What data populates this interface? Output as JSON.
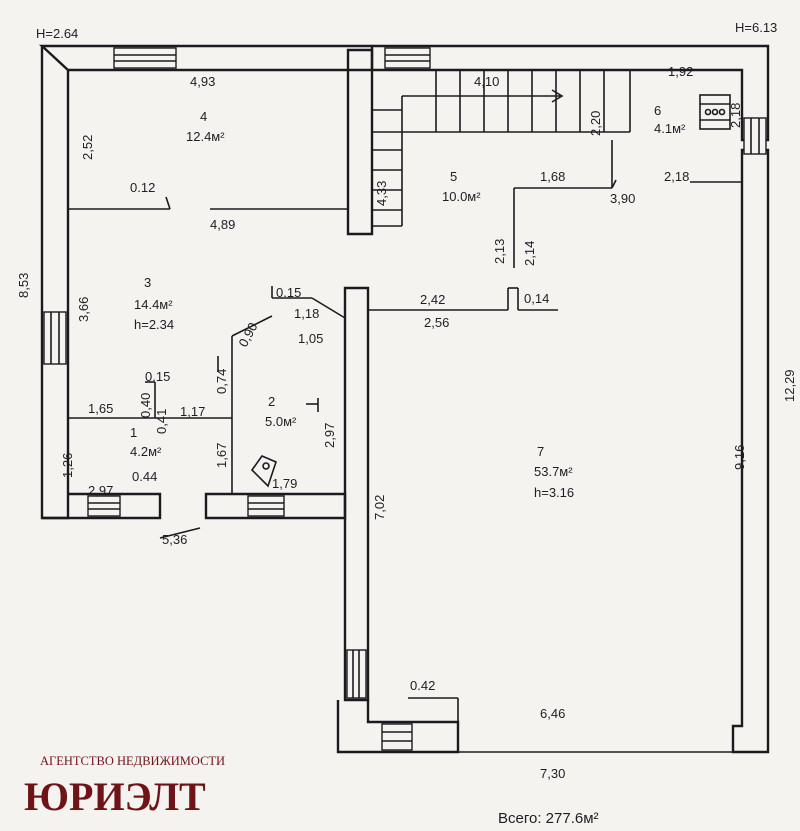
{
  "heights": {
    "left": "H=2.64",
    "right": "H=6.13"
  },
  "rooms": [
    {
      "num": "1",
      "area": "4.2м²"
    },
    {
      "num": "2",
      "area": "5.0м²"
    },
    {
      "num": "3",
      "area": "14.4м²",
      "height": "h=2.34"
    },
    {
      "num": "4",
      "area": "12.4м²"
    },
    {
      "num": "5",
      "area": "10.0м²"
    },
    {
      "num": "6",
      "area": "4.1м²"
    },
    {
      "num": "7",
      "area": "53.7м²",
      "height": "h=3.16"
    }
  ],
  "dimensions": {
    "top_4_93": "4,93",
    "top_4_10": "4,10",
    "top_1_92": "1,92",
    "d_2_52": "2,52",
    "d_0_12": "0.12",
    "d_4_89": "4,89",
    "d_2_20": "2,20",
    "d_2_18_v": "2,18",
    "d_4_33": "4,33",
    "d_1_68": "1,68",
    "d_3_90": "3,90",
    "d_2_18_h": "2,18",
    "d_2_13": "2,13",
    "d_2_14": "2,14",
    "d_8_53": "8,53",
    "d_3_66": "3,66",
    "d_0_15a": "0.15",
    "d_1_18": "1,18",
    "d_1_05": "1,05",
    "d_0_90": "0,90",
    "d_2_42": "2,42",
    "d_2_56": "2,56",
    "d_0_14": "0,14",
    "d_12_29": "12,29",
    "d_0_74": "0,74",
    "d_0_15b": "0.15",
    "d_0_40": "0,40",
    "d_0_41": "0,41",
    "d_1_17": "1,17",
    "d_1_65": "1,65",
    "d_2_97_v": "2,97",
    "d_9_16": "9,16",
    "d_1_67": "1,67",
    "d_1_26": "1,26",
    "d_1_79": "1,79",
    "d_0_44": "0.44",
    "d_2_97_h": "2,97",
    "d_7_02": "7,02",
    "d_5_36": "5,36",
    "d_0_42": "0.42",
    "d_6_46": "6,46",
    "d_7_30": "7,30"
  },
  "total": "Всего: 277.6м²",
  "brand": {
    "sub": "АГЕНТСТВО НЕДВИЖИМОСТИ",
    "main": "ЮРИЭЛТ"
  },
  "colors": {
    "ink": "#1e1e24",
    "paper": "#f4f3f0",
    "brand": "#6e1418"
  }
}
